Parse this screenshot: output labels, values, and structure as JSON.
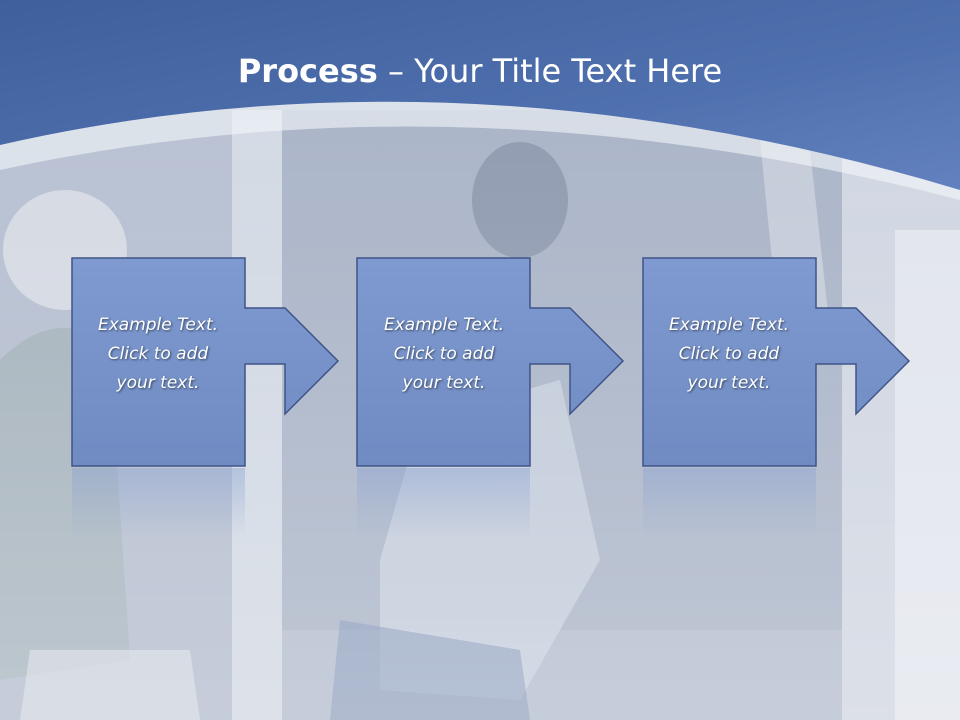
{
  "title": {
    "bold": "Process",
    "rest": " – Your Title Text Here"
  },
  "steps": [
    {
      "lines": [
        "Example Text.",
        "Click  to add",
        "your text."
      ]
    },
    {
      "lines": [
        "Example Text.",
        "Click  to add",
        "your text."
      ]
    },
    {
      "lines": [
        "Example Text.",
        "Click  to add",
        "your text."
      ]
    }
  ],
  "colors": {
    "header_blue": "#4f6ea8",
    "box_fill": "#7b97cc",
    "box_border": "#3f5488"
  }
}
